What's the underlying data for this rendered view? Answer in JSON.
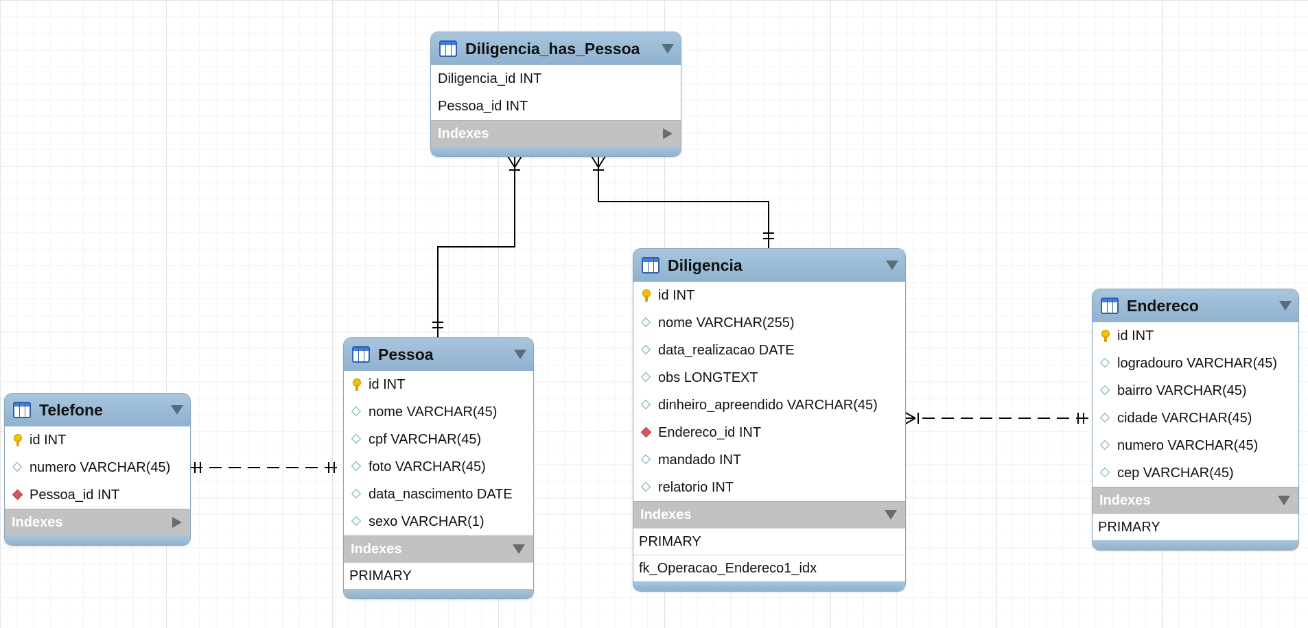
{
  "tables": {
    "dhp": {
      "name": "Diligencia_has_Pessoa",
      "fields": [
        {
          "label": "Diligencia_id INT",
          "kind": "none"
        },
        {
          "label": "Pessoa_id INT",
          "kind": "none"
        }
      ],
      "indexes_label": "Indexes",
      "indexes_expanded": false,
      "indexes": []
    },
    "diligencia": {
      "name": "Diligencia",
      "fields": [
        {
          "label": "id INT",
          "kind": "key"
        },
        {
          "label": "nome VARCHAR(255)",
          "kind": "column"
        },
        {
          "label": "data_realizacao DATE",
          "kind": "column"
        },
        {
          "label": "obs LONGTEXT",
          "kind": "column"
        },
        {
          "label": "dinheiro_apreendido VARCHAR(45)",
          "kind": "column"
        },
        {
          "label": "Endereco_id INT",
          "kind": "fk"
        },
        {
          "label": "mandado INT",
          "kind": "column"
        },
        {
          "label": "relatorio INT",
          "kind": "column"
        }
      ],
      "indexes_label": "Indexes",
      "indexes_expanded": true,
      "indexes": [
        "PRIMARY",
        "fk_Operacao_Endereco1_idx"
      ]
    },
    "pessoa": {
      "name": "Pessoa",
      "fields": [
        {
          "label": "id INT",
          "kind": "key"
        },
        {
          "label": "nome VARCHAR(45)",
          "kind": "column"
        },
        {
          "label": "cpf VARCHAR(45)",
          "kind": "column"
        },
        {
          "label": "foto VARCHAR(45)",
          "kind": "column"
        },
        {
          "label": "data_nascimento DATE",
          "kind": "column"
        },
        {
          "label": "sexo VARCHAR(1)",
          "kind": "column"
        }
      ],
      "indexes_label": "Indexes",
      "indexes_expanded": true,
      "indexes": [
        "PRIMARY"
      ]
    },
    "telefone": {
      "name": "Telefone",
      "fields": [
        {
          "label": "id INT",
          "kind": "key"
        },
        {
          "label": "numero VARCHAR(45)",
          "kind": "column"
        },
        {
          "label": "Pessoa_id INT",
          "kind": "fk"
        }
      ],
      "indexes_label": "Indexes",
      "indexes_expanded": false,
      "indexes": []
    },
    "endereco": {
      "name": "Endereco",
      "fields": [
        {
          "label": "id INT",
          "kind": "key"
        },
        {
          "label": "logradouro VARCHAR(45)",
          "kind": "column"
        },
        {
          "label": "bairro VARCHAR(45)",
          "kind": "column"
        },
        {
          "label": "cidade VARCHAR(45)",
          "kind": "column"
        },
        {
          "label": "numero VARCHAR(45)",
          "kind": "column"
        },
        {
          "label": "cep VARCHAR(45)",
          "kind": "column"
        }
      ],
      "indexes_label": "Indexes",
      "indexes_expanded": true,
      "indexes": [
        "PRIMARY"
      ]
    }
  },
  "relationships": [
    {
      "from": "pessoa",
      "to": "dhp",
      "style": "identifying",
      "from_end": "one",
      "to_end": "many"
    },
    {
      "from": "diligencia",
      "to": "dhp",
      "style": "identifying",
      "from_end": "one",
      "to_end": "many"
    },
    {
      "from": "pessoa",
      "to": "telefone",
      "style": "non-identifying",
      "from_end": "one",
      "to_end": "one"
    },
    {
      "from": "endereco",
      "to": "diligencia",
      "style": "non-identifying",
      "from_end": "one",
      "to_end": "many"
    }
  ]
}
